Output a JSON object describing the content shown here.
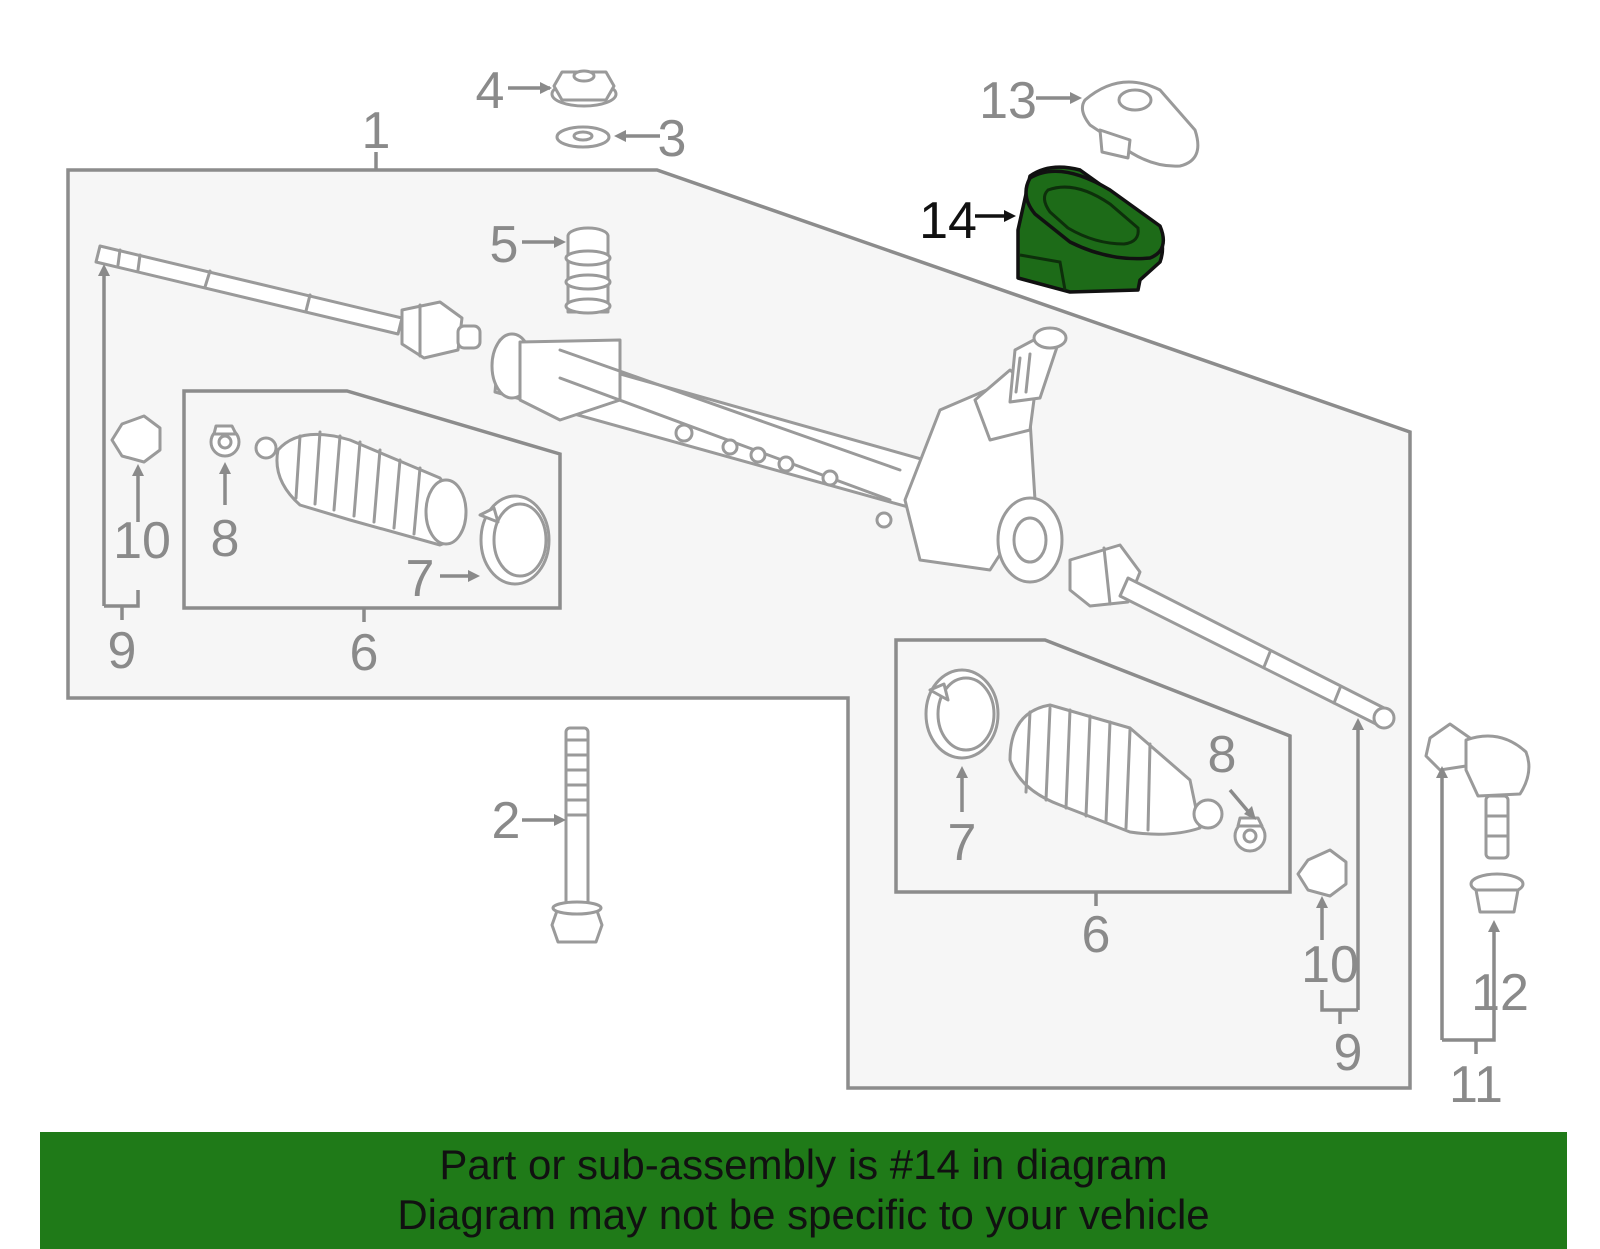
{
  "diagram": {
    "callouts": {
      "c1": "1",
      "c2": "2",
      "c3": "3",
      "c4": "4",
      "c5": "5",
      "c6a": "6",
      "c6b": "6",
      "c7a": "7",
      "c7b": "7",
      "c8a": "8",
      "c8b": "8",
      "c9a": "9",
      "c9b": "9",
      "c10a": "10",
      "c10b": "10",
      "c11": "11",
      "c12": "12",
      "c13": "13",
      "c14": "14"
    },
    "highlighted_part": "14",
    "highlight_color": "#1d6b18"
  },
  "banner": {
    "line1": "Part or sub-assembly is #14 in diagram",
    "line2": "Diagram may not be specific to your vehicle",
    "background": "#1f7a18"
  }
}
